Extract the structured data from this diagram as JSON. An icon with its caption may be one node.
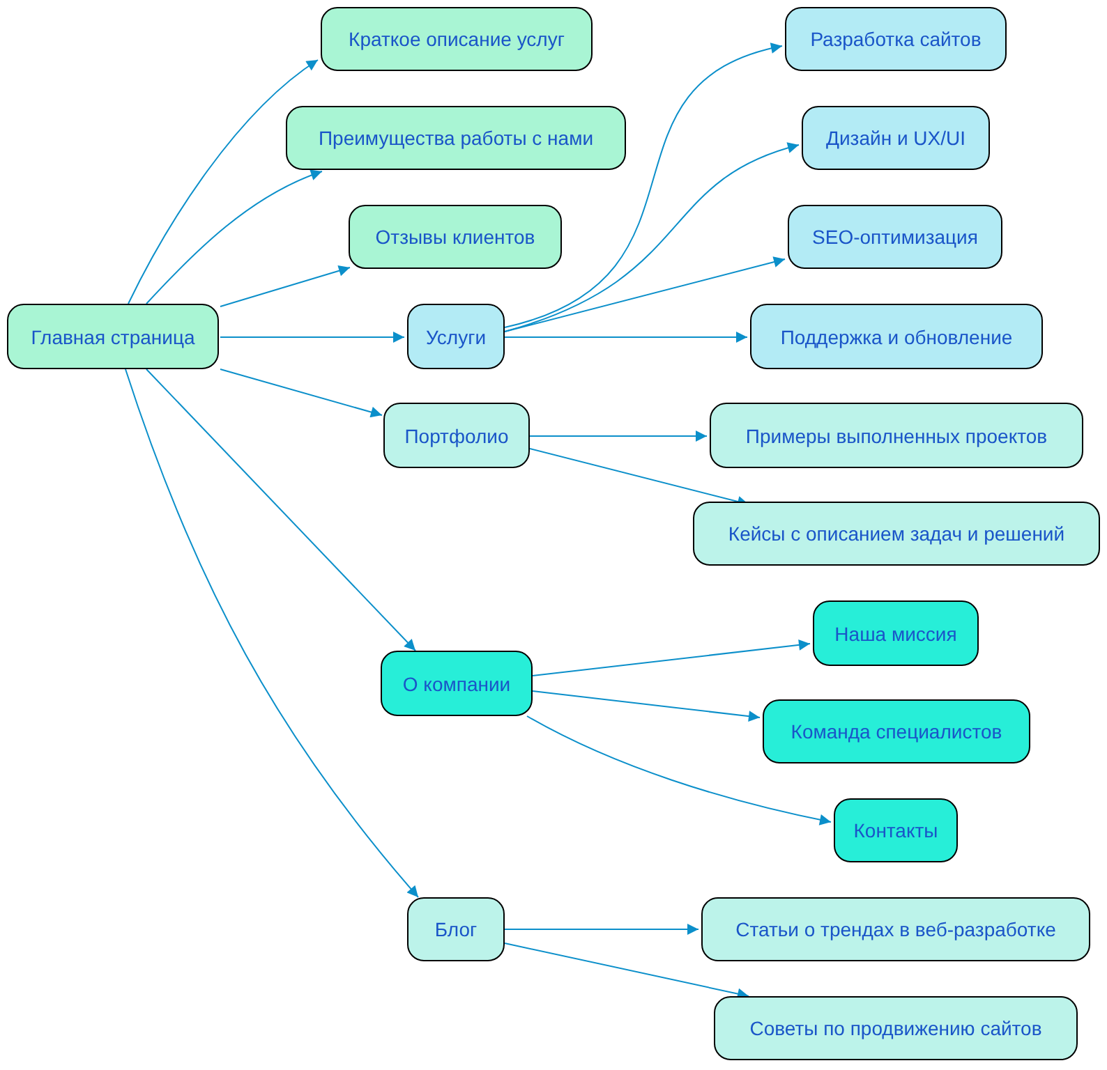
{
  "diagram": {
    "nodes": [
      {
        "text": [
          "Главная страница"
        ]
      },
      {
        "text": [
          "Краткое описание услуг"
        ]
      },
      {
        "text": [
          "Преимущества работы с нами"
        ]
      },
      {
        "text": [
          "Отзывы клиентов"
        ]
      },
      {
        "text": [
          "Услуги"
        ]
      },
      {
        "text": [
          "Разработка сайтов"
        ]
      },
      {
        "text": [
          "Дизайн и UX/UI"
        ]
      },
      {
        "text": [
          "SEO-оптимизация"
        ]
      },
      {
        "text": [
          "Поддержка и обновление"
        ]
      },
      {
        "text": [
          "Портфолио"
        ]
      },
      {
        "text": [
          "Примеры выполненных проектов"
        ]
      },
      {
        "text": [
          "Кейсы с описанием задач и решений"
        ]
      },
      {
        "text": [
          "О компании"
        ]
      },
      {
        "text": [
          "Наша миссия"
        ]
      },
      {
        "text": [
          "Команда специалистов"
        ]
      },
      {
        "text": [
          "Контакты"
        ]
      },
      {
        "text": [
          "Блог"
        ]
      },
      {
        "text": [
          "Статьи о трендах в веб-разработке"
        ]
      },
      {
        "text": [
          "Советы по продвижению сайтов"
        ]
      }
    ],
    "edges": [
      {
        "from": 0,
        "to": 1,
        "arrow": "to"
      },
      {
        "from": 0,
        "to": 2,
        "arrow": "to"
      },
      {
        "from": 0,
        "to": 3,
        "arrow": "to"
      },
      {
        "from": 0,
        "to": 4,
        "arrow": "to"
      },
      {
        "from": 0,
        "to": 9,
        "arrow": "to"
      },
      {
        "from": 0,
        "to": 12,
        "arrow": "to"
      },
      {
        "from": 0,
        "to": 16,
        "arrow": "to"
      },
      {
        "from": 4,
        "to": 5,
        "arrow": "to"
      },
      {
        "from": 4,
        "to": 6,
        "arrow": "to"
      },
      {
        "from": 4,
        "to": 7,
        "arrow": "to"
      },
      {
        "from": 4,
        "to": 8,
        "arrow": "to"
      },
      {
        "from": 9,
        "to": 10,
        "arrow": "to"
      },
      {
        "from": 9,
        "to": 11,
        "arrow": "to"
      },
      {
        "from": 12,
        "to": 13,
        "arrow": "to"
      },
      {
        "from": 12,
        "to": 14,
        "arrow": "to"
      },
      {
        "from": 12,
        "to": 15,
        "arrow": "to"
      },
      {
        "from": 16,
        "to": 17,
        "arrow": "to"
      },
      {
        "from": 16,
        "to": 18,
        "arrow": "to"
      }
    ]
  }
}
